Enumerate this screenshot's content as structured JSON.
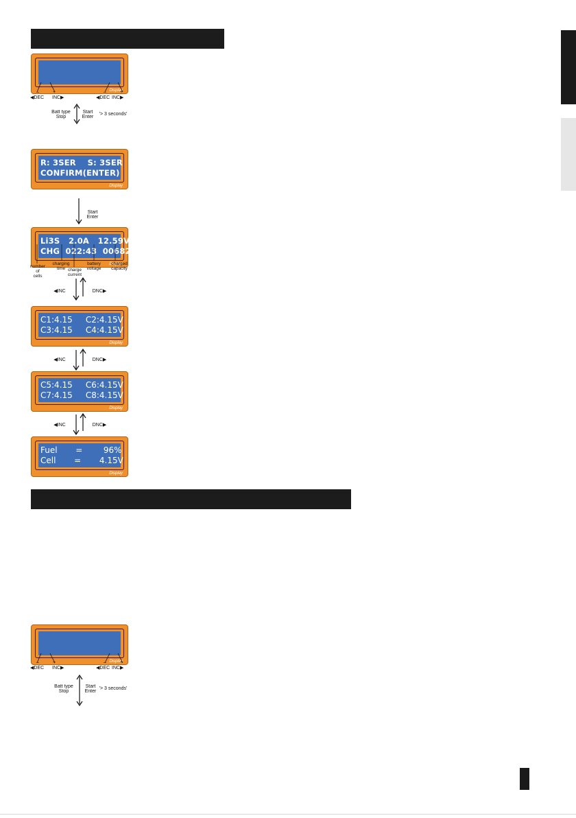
{
  "display_brand": "Display",
  "keys": {
    "dec_left": "◀DEC",
    "inc_left": "INC▶",
    "dec_right": "◀DEC",
    "inc_right": "INC▶",
    "minus": "–",
    "plus": "+"
  },
  "nav": {
    "batt_type": "Batt type",
    "stop": "Stop",
    "start": "Start",
    "enter": "Enter",
    "hold": "'> 3 seconds'",
    "inc_label": "◀INC",
    "dnc_label": "DNC▶"
  },
  "screens": {
    "confirm": {
      "line1": "R: 3SER    S: 3SER",
      "line2": "CONFIRM(ENTER)"
    },
    "charging": {
      "line1": "Li3S   2.0A   12.59V",
      "line2": "CHG  022:43  00682"
    },
    "cells_a": {
      "line1": "C1:4.15     C2:4.15V",
      "line2": "C3:4.15     C4:4.15V"
    },
    "cells_b": {
      "line1": "C5:4.15     C6:4.15V",
      "line2": "C7:4.15     C8:4.15V"
    },
    "fuel": {
      "line1": "Fuel       =        96%",
      "line2": "Cell       =       4.15V"
    }
  },
  "annotations": {
    "cells": "number\nof\ncells",
    "time": "charging\ntime",
    "current": "charge\ncurrent",
    "voltage": "battery\nvoltage",
    "capacity": "charged\ncapacity"
  },
  "colors": {
    "panel_orange": "#f0902c",
    "screen_blue": "#3f6fb8",
    "section_bar": "#1c1c1c"
  }
}
